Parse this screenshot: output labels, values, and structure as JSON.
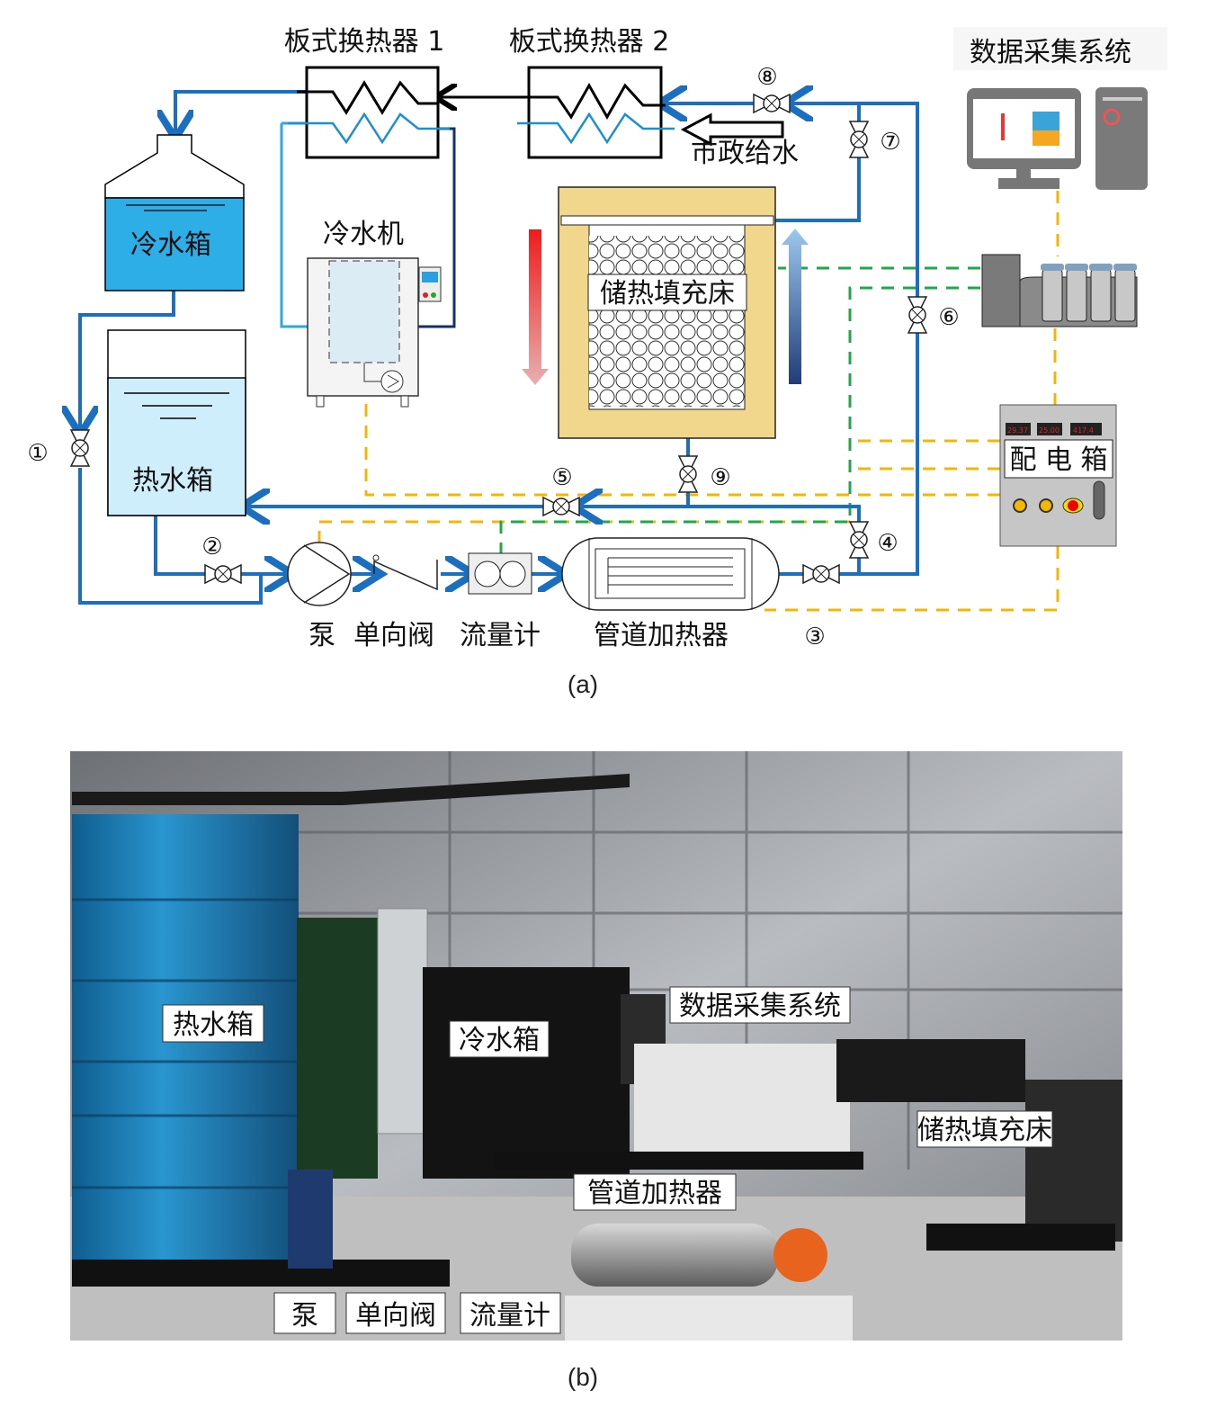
{
  "diagram": {
    "hx1_label": "板式换热器 1",
    "hx2_label": "板式换热器 2",
    "daq_label": "数据采集系统",
    "cold_tank_label": "冷水箱",
    "hot_tank_label": "热水箱",
    "chiller_label": "冷水机",
    "bed_label": "储热填充床",
    "municipal_water_label": "市政给水",
    "power_box_label": "配 电 箱",
    "power_box_displays": [
      "29.37",
      "25.00",
      "417.4"
    ],
    "pump_label": "泵",
    "check_valve_label": "单向阀",
    "flowmeter_label": "流量计",
    "heater_label": "管道加热器",
    "valves": [
      "①",
      "②",
      "③",
      "④",
      "⑤",
      "⑥",
      "⑦",
      "⑧",
      "⑨"
    ],
    "caption": "(a)",
    "colors": {
      "pipe": "#1a6fc0",
      "signal_yellow": "#f2b705",
      "signal_green": "#1fa84a",
      "cold_water": "#2eaee6",
      "hot_water": "#cfeefb",
      "bed_insulation": "#f0d78c"
    }
  },
  "photo": {
    "labels": {
      "hot_tank": "热水箱",
      "cold_tank": "冷水箱",
      "daq": "数据采集系统",
      "bed": "储热填充床",
      "heater": "管道加热器",
      "pump": "泵",
      "check_valve": "单向阀",
      "flowmeter": "流量计"
    },
    "caption": "(b)"
  }
}
